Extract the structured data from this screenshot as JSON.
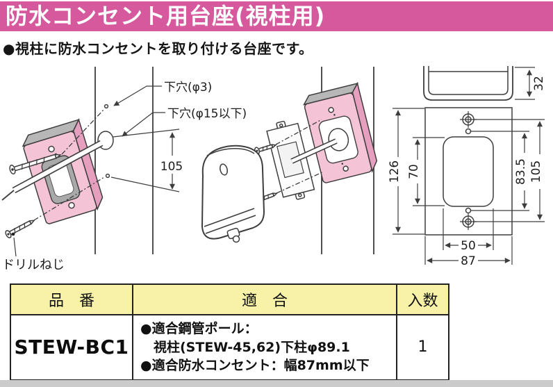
{
  "header": {
    "title": "防水コンセント用台座(視柱用)"
  },
  "intro": {
    "text": "●視柱に防水コンセントを取り付ける台座です。"
  },
  "colors": {
    "banner_pink": "#d6599d",
    "base_pink": "#f4c4d6",
    "base_pink_shade": "#e79fc0",
    "base_top_gray": "#b7b7b7",
    "table_header_yellow": "#f7f2a8",
    "line_gray": "#3d3d3d",
    "bottom_strip_gray": "#cbcbcb"
  },
  "diagram": {
    "left": {
      "label_pilot_small": "下穴(φ3)",
      "label_pilot_large": "下穴(φ15以下)",
      "dim_height": "105",
      "label_screw": "ドリルねじ"
    },
    "right": {
      "dim_depth": "32",
      "dim_overall_height": "126",
      "dim_cutout_height": "70",
      "dim_hole_span_inner": "83.5",
      "dim_hole_span_outer": "105",
      "dim_cutout_width": "50",
      "dim_overall_width": "87"
    }
  },
  "table": {
    "headers": {
      "part": "品　番",
      "compat": "適　合",
      "qty": "入数"
    },
    "row": {
      "part_number": "STEW-BC1",
      "compat_line1": "●適合鋼管ポール：",
      "compat_line2": "視柱(STEW-45,62)下柱φ89.1",
      "compat_line3": "●適合防水コンセント：幅87mm以下",
      "qty": "1"
    }
  }
}
